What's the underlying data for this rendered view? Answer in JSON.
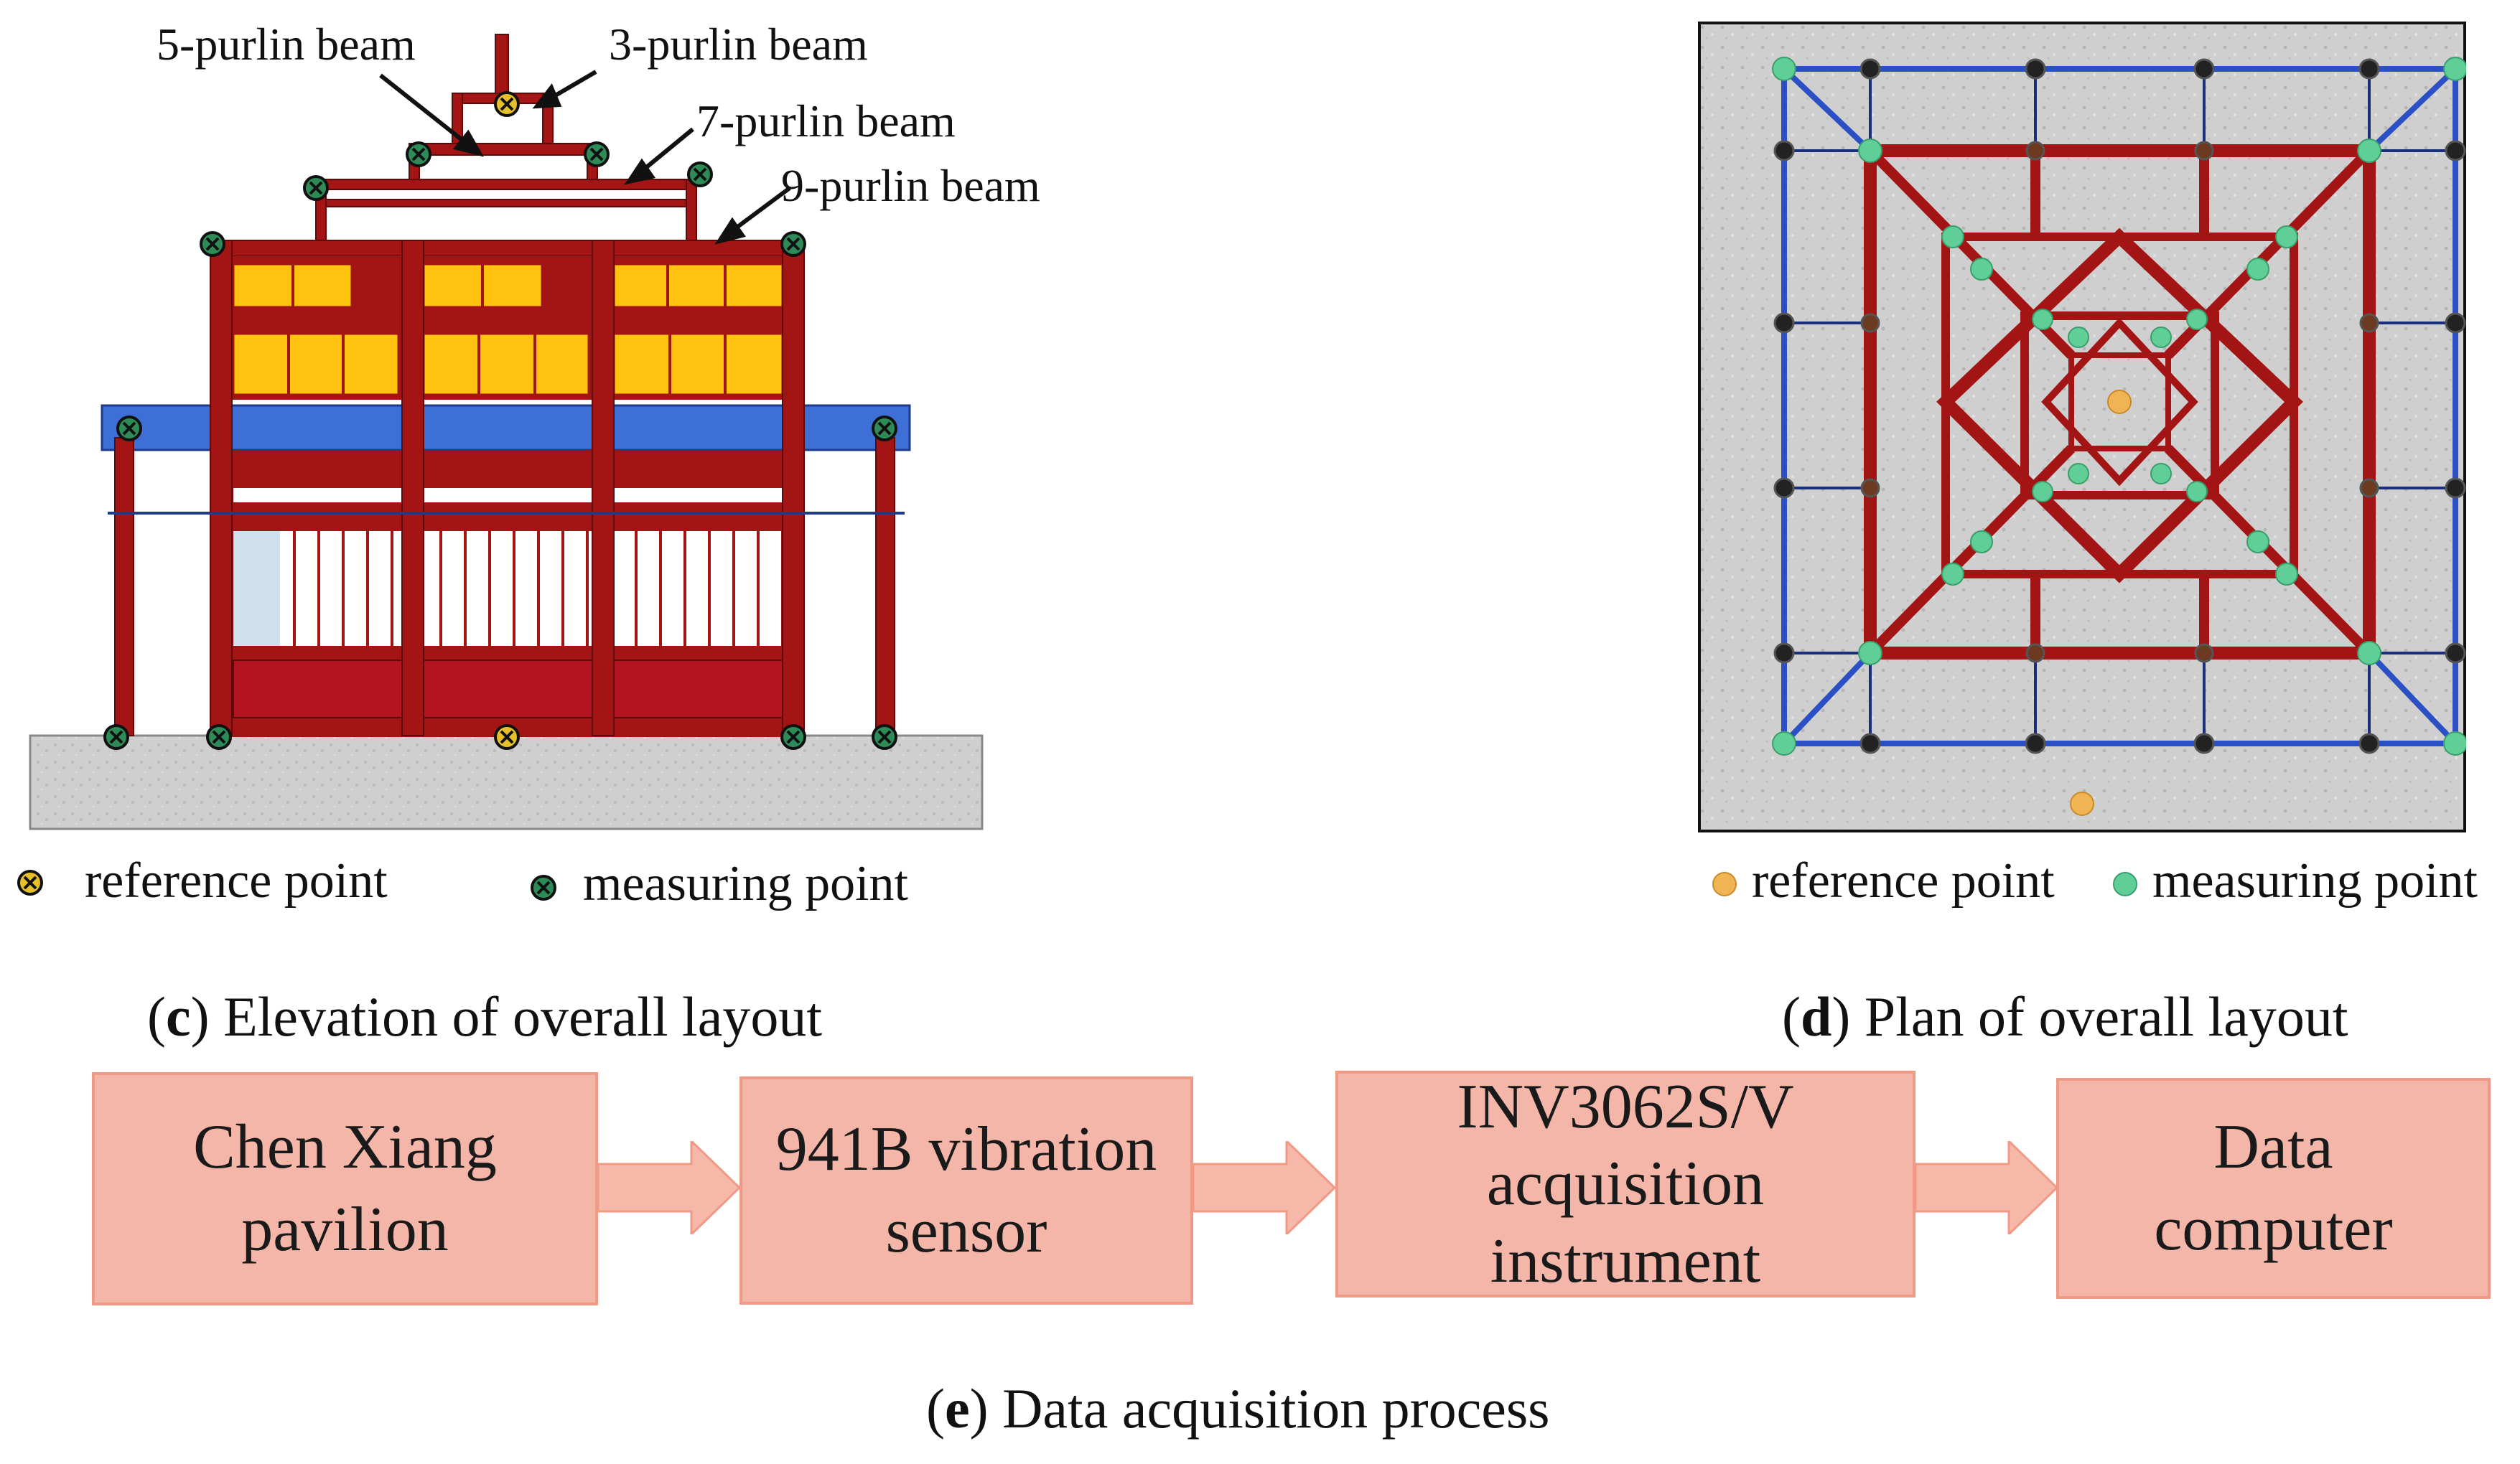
{
  "elevation": {
    "beam_labels": [
      "5-purlin beam",
      "3-purlin beam",
      "7-purlin beam",
      "9-purlin beam"
    ],
    "legend": {
      "reference": "reference point",
      "measuring": "measuring point"
    },
    "caption": {
      "letter": "c",
      "text": "Elevation of overall layout"
    }
  },
  "plan": {
    "legend": {
      "reference": "reference point",
      "measuring": "measuring point"
    },
    "caption": {
      "letter": "d",
      "text": "Plan of overall layout"
    }
  },
  "process": {
    "steps": [
      {
        "lines": [
          "Chen Xiang",
          "pavilion"
        ]
      },
      {
        "lines": [
          "941B vibration",
          "sensor"
        ]
      },
      {
        "lines": [
          "INV3062S/V",
          "acquisition",
          "instrument"
        ]
      },
      {
        "lines": [
          "Data",
          "computer"
        ]
      }
    ],
    "caption": {
      "letter": "e",
      "text": "Data acquisition process"
    }
  },
  "colors": {
    "frame_red": "#a31515",
    "panel_yellow": "#ffc20e",
    "beam_blue": "#3d6fd6",
    "measure_green": "#2e8b57",
    "plan_green": "#5fcf97",
    "reference_yellow": "#e6c02a",
    "plan_reference": "#f0b455",
    "box_fill": "#f4b6a8",
    "arrow_fill": "#f6b9a9"
  }
}
